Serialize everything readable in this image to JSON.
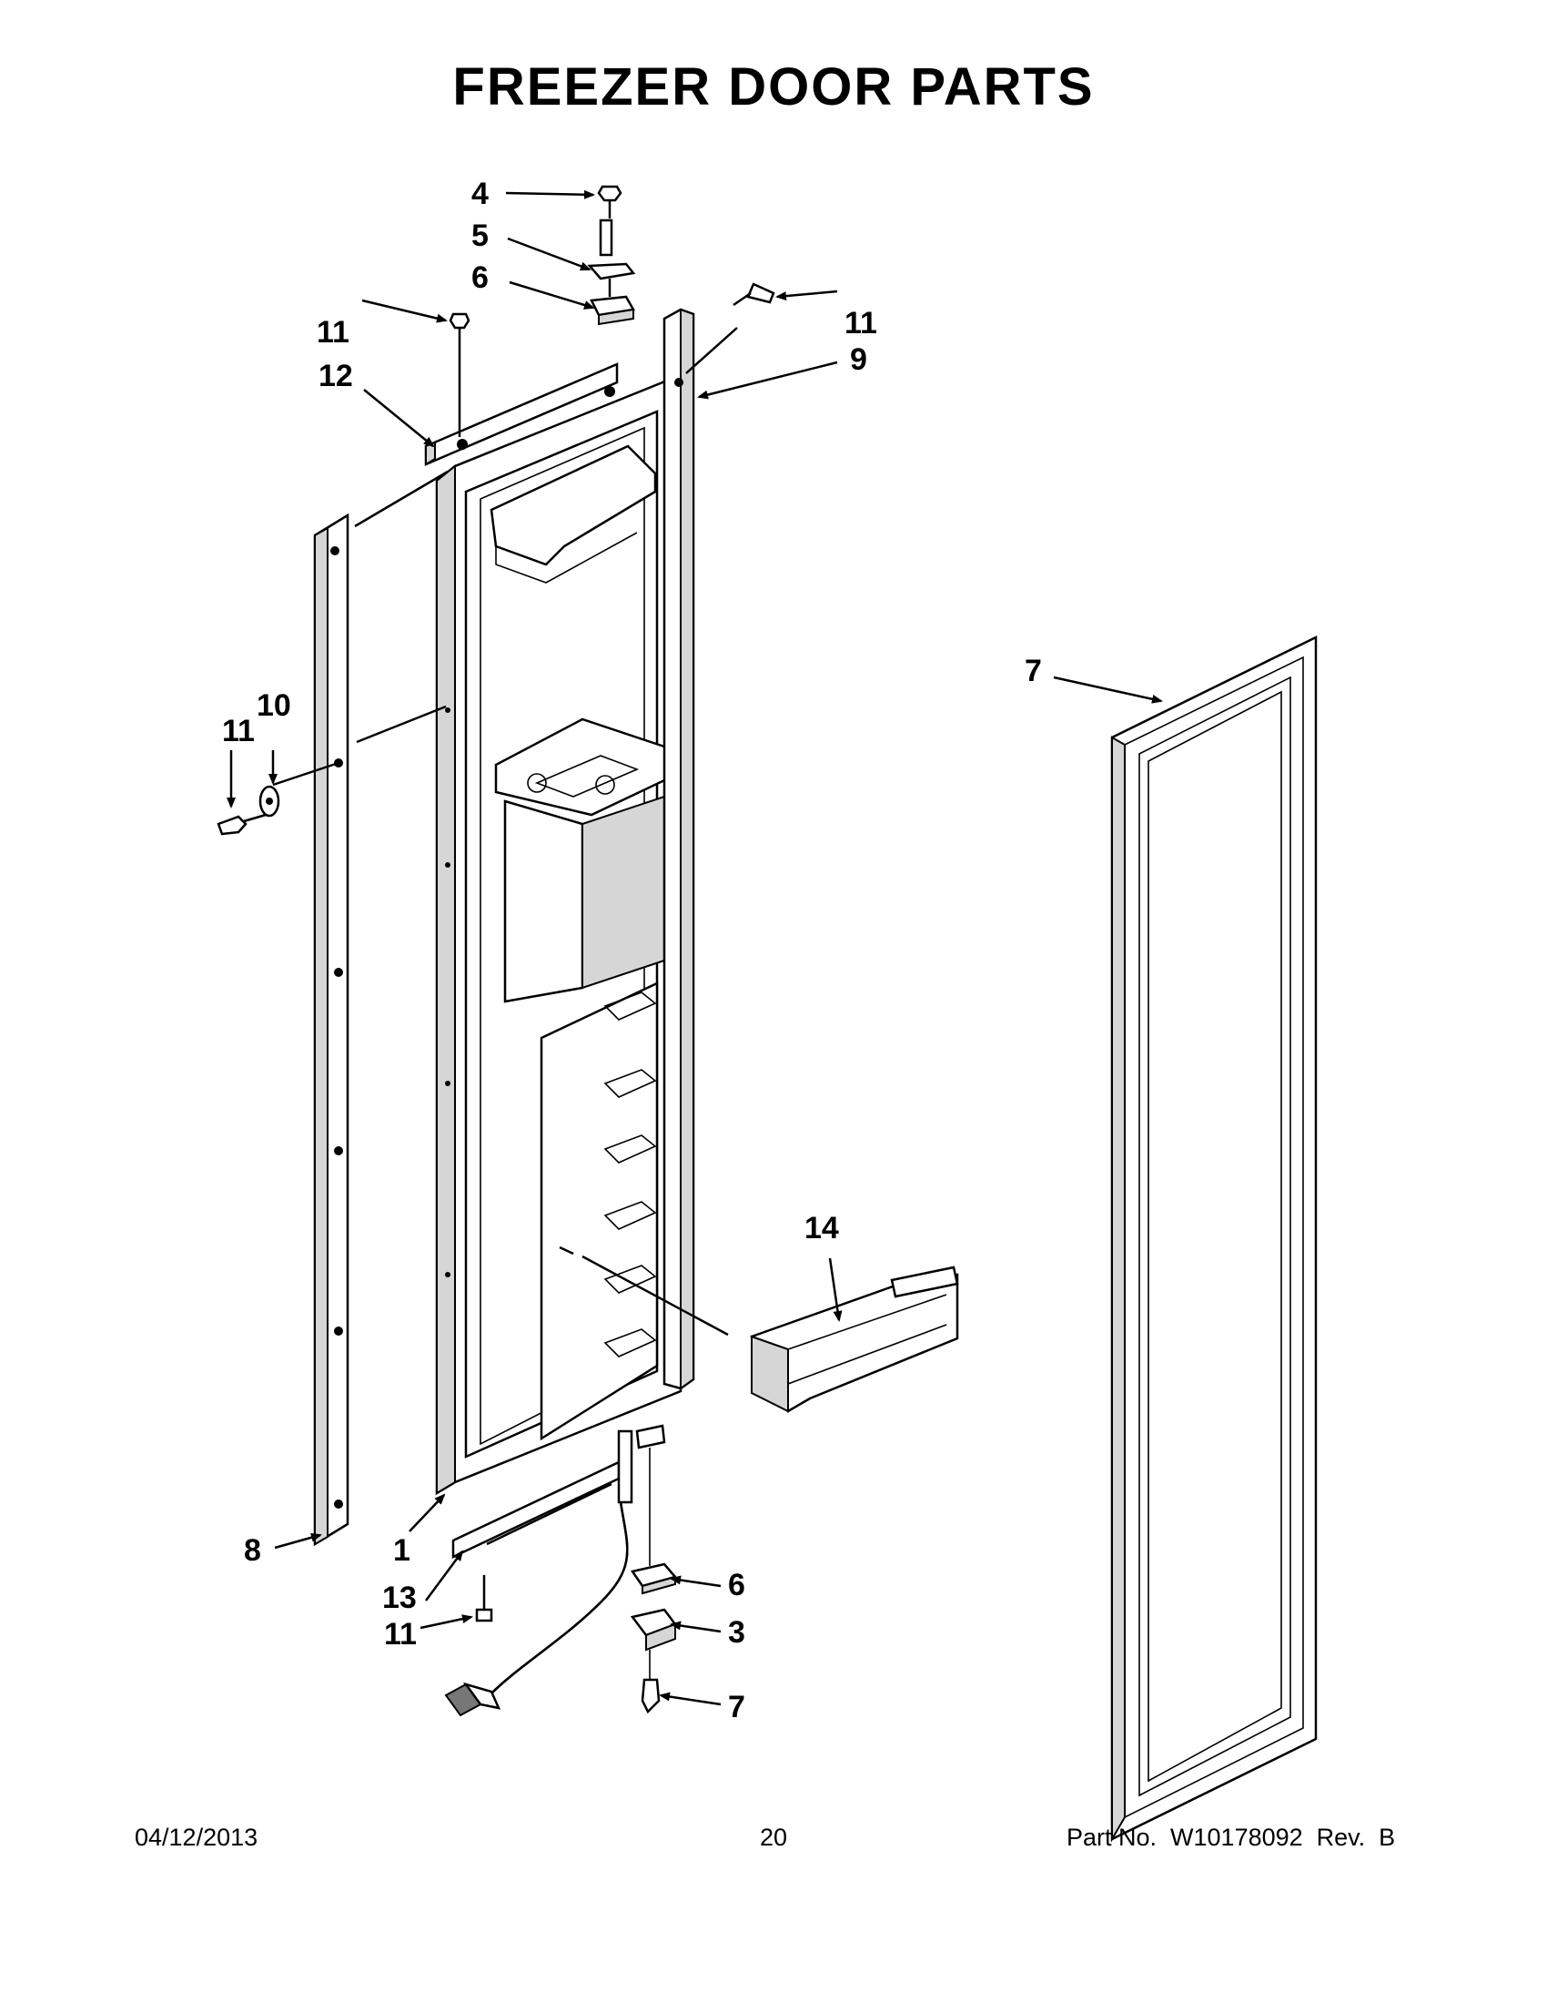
{
  "title": "FREEZER DOOR PARTS",
  "callouts": {
    "c1": "1",
    "c3": "3",
    "c4": "4",
    "c5": "5",
    "c6_top": "6",
    "c6_bottom": "6",
    "c7_gasket": "7",
    "c7_screw": "7",
    "c8": "8",
    "c9": "9",
    "c10": "10",
    "c11_top_left": "11",
    "c11_top_right": "11",
    "c11_left": "11",
    "c11_bottom": "11",
    "c12": "12",
    "c13": "13",
    "c14": "14"
  },
  "footer": {
    "date": "04/12/2013",
    "page": "20",
    "part_no": "Part No.  W10178092  Rev.  B"
  }
}
